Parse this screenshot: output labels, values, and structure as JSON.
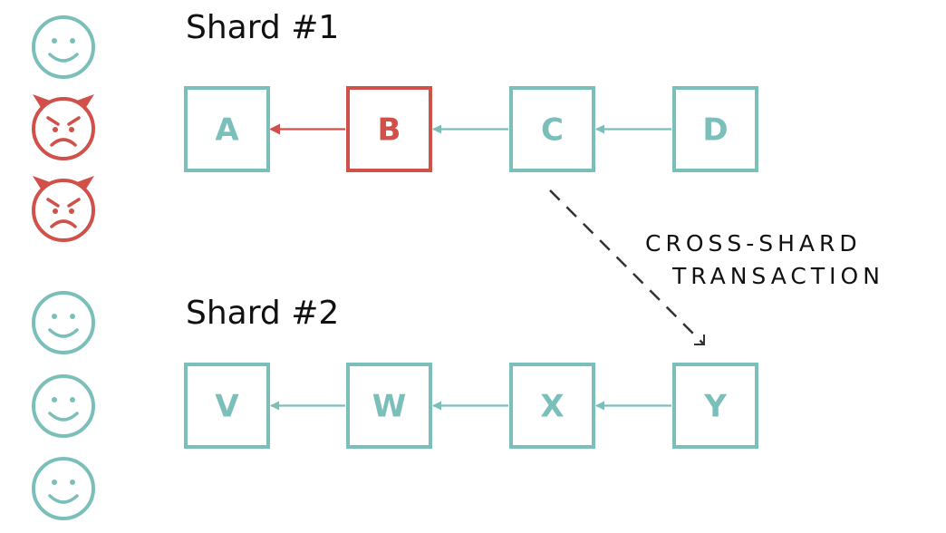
{
  "colors": {
    "honest": "#7bbfba",
    "malicious": "#d0504a",
    "text": "#111111",
    "link": "#333333"
  },
  "validators": [
    {
      "type": "honest",
      "icon": "smiley-face-icon"
    },
    {
      "type": "malicious",
      "icon": "devil-face-icon"
    },
    {
      "type": "malicious",
      "icon": "devil-face-icon"
    },
    {
      "type": "honest",
      "icon": "smiley-face-icon"
    },
    {
      "type": "honest",
      "icon": "smiley-face-icon"
    },
    {
      "type": "honest",
      "icon": "smiley-face-icon"
    }
  ],
  "shards": [
    {
      "title": "Shard #1",
      "blocks": [
        {
          "label": "A",
          "status": "honest"
        },
        {
          "label": "B",
          "status": "malicious"
        },
        {
          "label": "C",
          "status": "honest"
        },
        {
          "label": "D",
          "status": "honest"
        }
      ]
    },
    {
      "title": "Shard #2",
      "blocks": [
        {
          "label": "V",
          "status": "honest"
        },
        {
          "label": "W",
          "status": "honest"
        },
        {
          "label": "X",
          "status": "honest"
        },
        {
          "label": "Y",
          "status": "honest"
        }
      ]
    }
  ],
  "cross_link": {
    "from": "C",
    "to": "Y",
    "label_lines": [
      "CROSS-SHARD",
      "TRANSACTION"
    ]
  }
}
